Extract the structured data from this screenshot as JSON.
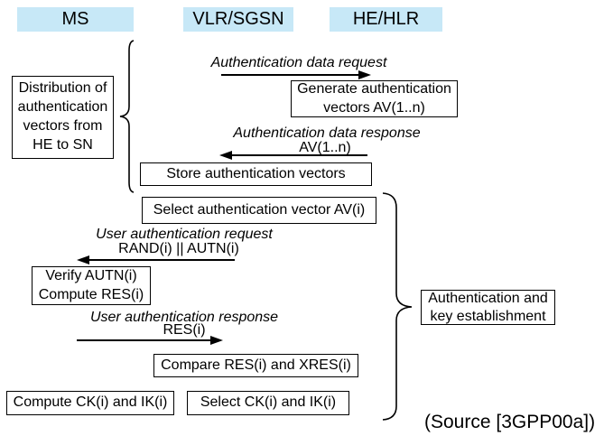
{
  "colors": {
    "header_bg": "#c7e8f7",
    "line": "#000000",
    "text": "#000000"
  },
  "actors": [
    {
      "label": "MS"
    },
    {
      "label": "VLR/SGSN"
    },
    {
      "label": "HE/HLR"
    }
  ],
  "messages": [
    {
      "label": "Authentication data request",
      "params": "",
      "direction": "right"
    },
    {
      "label": "Authentication data response",
      "params": "AV(1..n)",
      "direction": "left"
    },
    {
      "label": "User authentication request",
      "params": "RAND(i) || AUTN(i)",
      "direction": "left"
    },
    {
      "label": "User authentication response",
      "params": "RES(i)",
      "direction": "right"
    }
  ],
  "boxes": {
    "distribution": "Distribution of\nauthentication\nvectors from\nHE to SN",
    "generate": "Generate authentication\nvectors AV(1..n)",
    "store": "Store authentication vectors",
    "select_av": "Select authentication vector AV(i)",
    "verify": "Verify AUTN(i)\nCompute RES(i)",
    "compare": "Compare RES(i) and XRES(i)",
    "compute_ck": "Compute CK(i) and IK(i)",
    "select_ck": "Select CK(i) and IK(i)",
    "auth_key": "Authentication and\nkey establishment"
  },
  "source": "(Source [3GPP00a])"
}
